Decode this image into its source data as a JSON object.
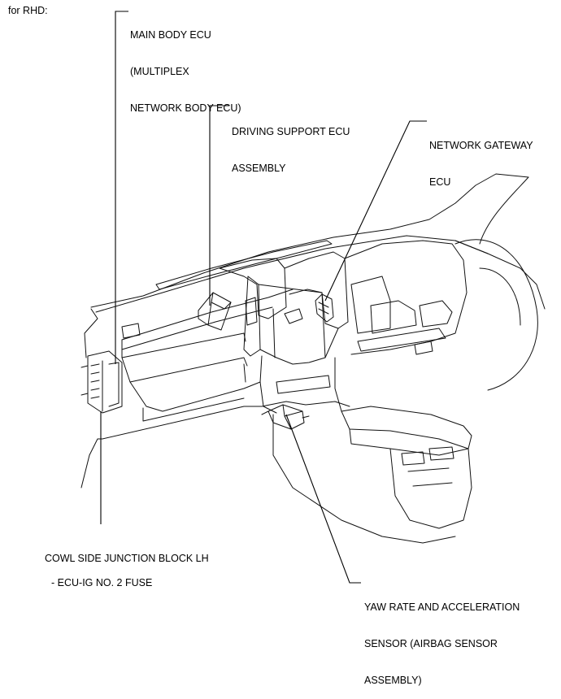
{
  "heading": "for RHD:",
  "labels": {
    "main_body_ecu": [
      "MAIN BODY ECU",
      "(MULTIPLEX",
      "NETWORK BODY ECU)"
    ],
    "driving_support_ecu": [
      "DRIVING SUPPORT ECU",
      "ASSEMBLY"
    ],
    "network_gateway_ecu": [
      "NETWORK GATEWAY",
      "ECU"
    ],
    "cowl_side_junction_block": [
      "COWL SIDE JUNCTION BLOCK LH"
    ],
    "ecu_ig_fuse": [
      "- ECU-IG NO. 2 FUSE"
    ],
    "yaw_rate_sensor": [
      "YAW RATE AND ACCELERATION",
      "SENSOR (AIRBAG SENSOR",
      "ASSEMBLY)"
    ]
  }
}
